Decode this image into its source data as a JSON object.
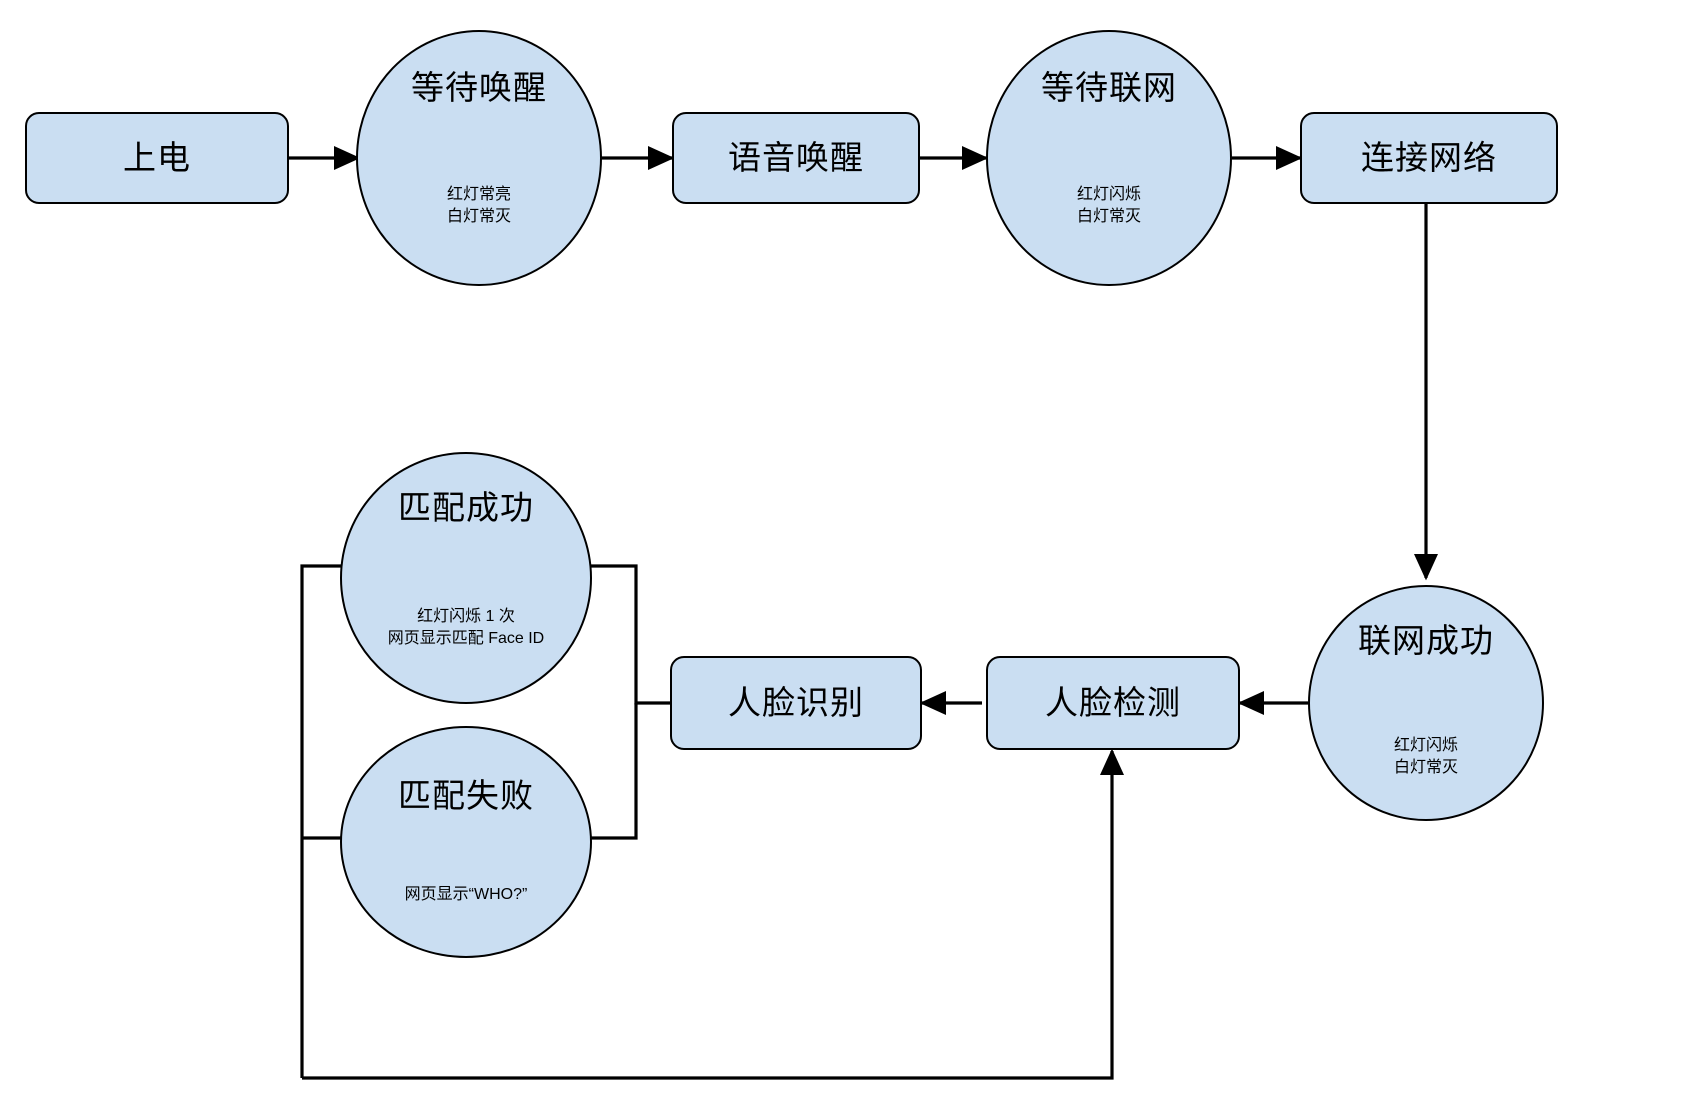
{
  "diagram": {
    "type": "flowchart",
    "title": "",
    "style": {
      "node_fill": "#cadef2",
      "node_stroke": "#000000",
      "text_color": "#000000",
      "background": "#ffffff"
    },
    "nodes": [
      {
        "id": "power-on",
        "shape": "rounded-rect",
        "title": "上电",
        "sub": ""
      },
      {
        "id": "wait-wakeup",
        "shape": "circle",
        "title": "等待唤醒",
        "sub": "红灯常亮\n白灯常灭"
      },
      {
        "id": "voice-wakeup",
        "shape": "rounded-rect",
        "title": "语音唤醒",
        "sub": ""
      },
      {
        "id": "wait-network",
        "shape": "circle",
        "title": "等待联网",
        "sub": "红灯闪烁\n白灯常灭"
      },
      {
        "id": "connect-network",
        "shape": "rounded-rect",
        "title": "连接网络",
        "sub": ""
      },
      {
        "id": "network-success",
        "shape": "circle",
        "title": "联网成功",
        "sub": "红灯闪烁\n白灯常灭"
      },
      {
        "id": "face-detect",
        "shape": "rounded-rect",
        "title": "人脸检测",
        "sub": ""
      },
      {
        "id": "face-recognize",
        "shape": "rounded-rect",
        "title": "人脸识别",
        "sub": ""
      },
      {
        "id": "match-success",
        "shape": "circle",
        "title": "匹配成功",
        "sub": "红灯闪烁 1 次\n网页显示匹配 Face ID"
      },
      {
        "id": "match-fail",
        "shape": "circle",
        "title": "匹配失败",
        "sub": "网页显示“WHO?”"
      }
    ],
    "edges": [
      {
        "from": "power-on",
        "to": "wait-wakeup",
        "label": ""
      },
      {
        "from": "wait-wakeup",
        "to": "voice-wakeup",
        "label": ""
      },
      {
        "from": "voice-wakeup",
        "to": "wait-network",
        "label": ""
      },
      {
        "from": "wait-network",
        "to": "connect-network",
        "label": ""
      },
      {
        "from": "connect-network",
        "to": "network-success",
        "label": ""
      },
      {
        "from": "network-success",
        "to": "face-detect",
        "label": ""
      },
      {
        "from": "face-detect",
        "to": "face-recognize",
        "label": ""
      },
      {
        "from": "face-recognize",
        "to": "match-success",
        "label": ""
      },
      {
        "from": "face-recognize",
        "to": "match-fail",
        "label": ""
      },
      {
        "from": "match-fail",
        "to": "face-detect",
        "label": ""
      }
    ],
    "labels": {
      "power_on": "上电",
      "wait_wakeup": "等待唤醒",
      "wait_wakeup_l1": "红灯常亮",
      "wait_wakeup_l2": "白灯常灭",
      "voice_wakeup": "语音唤醒",
      "wait_network": "等待联网",
      "wait_network_l1": "红灯闪烁",
      "wait_network_l2": "白灯常灭",
      "connect_network": "连接网络",
      "network_success": "联网成功",
      "network_success_l1": "红灯闪烁",
      "network_success_l2": "白灯常灭",
      "face_detect": "人脸检测",
      "face_recognize": "人脸识别",
      "match_success": "匹配成功",
      "match_success_l1": "红灯闪烁 1 次",
      "match_success_l2": "网页显示匹配 Face ID",
      "match_fail": "匹配失败",
      "match_fail_l1": "网页显示“WHO?”"
    }
  }
}
